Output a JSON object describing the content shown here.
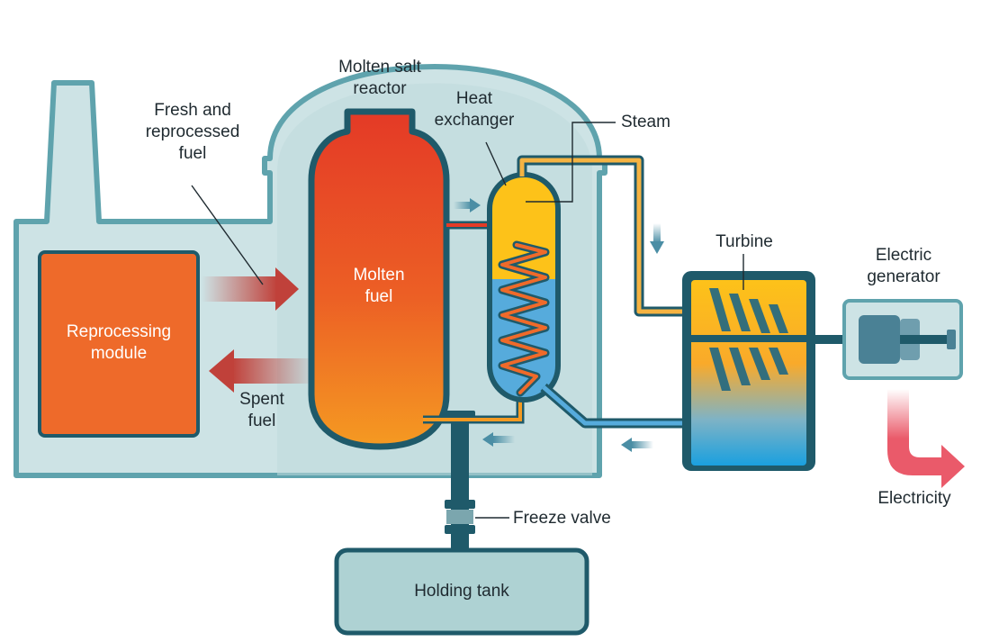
{
  "labels": {
    "molten_salt_reactor": "Molten salt\nreactor",
    "heat_exchanger": "Heat\nexchanger",
    "steam": "Steam",
    "fresh_fuel": "Fresh and\nreprocessed\nfuel",
    "molten_fuel": "Molten\nfuel",
    "reprocessing_module": "Reprocessing\nmodule",
    "spent_fuel": "Spent\nfuel",
    "turbine": "Turbine",
    "electric_generator": "Electric\ngenerator",
    "electricity": "Electricity",
    "freeze_valve": "Freeze valve",
    "holding_tank": "Holding tank"
  },
  "colors": {
    "outline": "#5fa3ad",
    "building_fill": "#cde3e5",
    "dark_teal": "#1f5a6a",
    "reprocessing": "#ee6a2a",
    "reactor_top": "#e43a26",
    "reactor_bottom": "#f59525",
    "steam_yellow": "#fdc219",
    "water_blue": "#56abdc",
    "electricity_pink": "#ea5a6a"
  }
}
